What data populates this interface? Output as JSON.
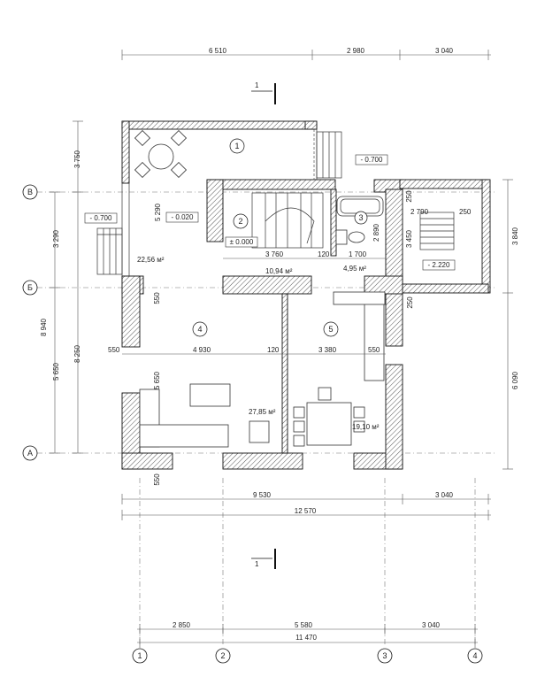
{
  "top_dims": {
    "d1": "6 510",
    "d2": "2 980",
    "d3": "3 040"
  },
  "section_mark": "1",
  "section_mark_bottom": "1",
  "left_dims": {
    "d3750": "3 750",
    "d3290": "3 290",
    "d8940": "8 940",
    "d5650": "5 650",
    "d8250": "8 250"
  },
  "axes": {
    "v": "В",
    "b": "Б",
    "a": "А",
    "n1": "1",
    "n2": "2",
    "n3": "3",
    "n4": "4"
  },
  "rooms": {
    "r1": {
      "num": "1",
      "area": "22,56 м²",
      "lvl1": "- 0.020",
      "dim": "5 290"
    },
    "r2": {
      "num": "2",
      "lvl": "± 0.000",
      "w": "3 760",
      "wall": "120",
      "area": "10,94 м²"
    },
    "r3": {
      "num": "3",
      "w": "1 700",
      "h": "2 890",
      "area": "4,95 м²"
    },
    "r4": {
      "num": "4",
      "w": "4 930",
      "h": "5 650",
      "area": "27,85 м²",
      "top": "550",
      "side": "550"
    },
    "r5": {
      "num": "5",
      "w": "3 380",
      "area": "19,10 м²",
      "side": "550",
      "wall": "120"
    },
    "porch": {
      "w": "2 790",
      "wall": "250",
      "h": "3 450",
      "lvl": "- 2.220",
      "top": "250",
      "mid": "250"
    }
  },
  "levels": {
    "terrace": "- 0.700",
    "left": "- 0.700"
  },
  "right_dims": {
    "d3840": "3 840",
    "d6090": "6 090"
  },
  "bottom_dims": {
    "d9530": "9 530",
    "d3040a": "3 040",
    "d12570": "12 570",
    "d550": "550",
    "d2850": "2 850",
    "d5580": "5 580",
    "d3040b": "3 040",
    "d11470": "11 470"
  }
}
